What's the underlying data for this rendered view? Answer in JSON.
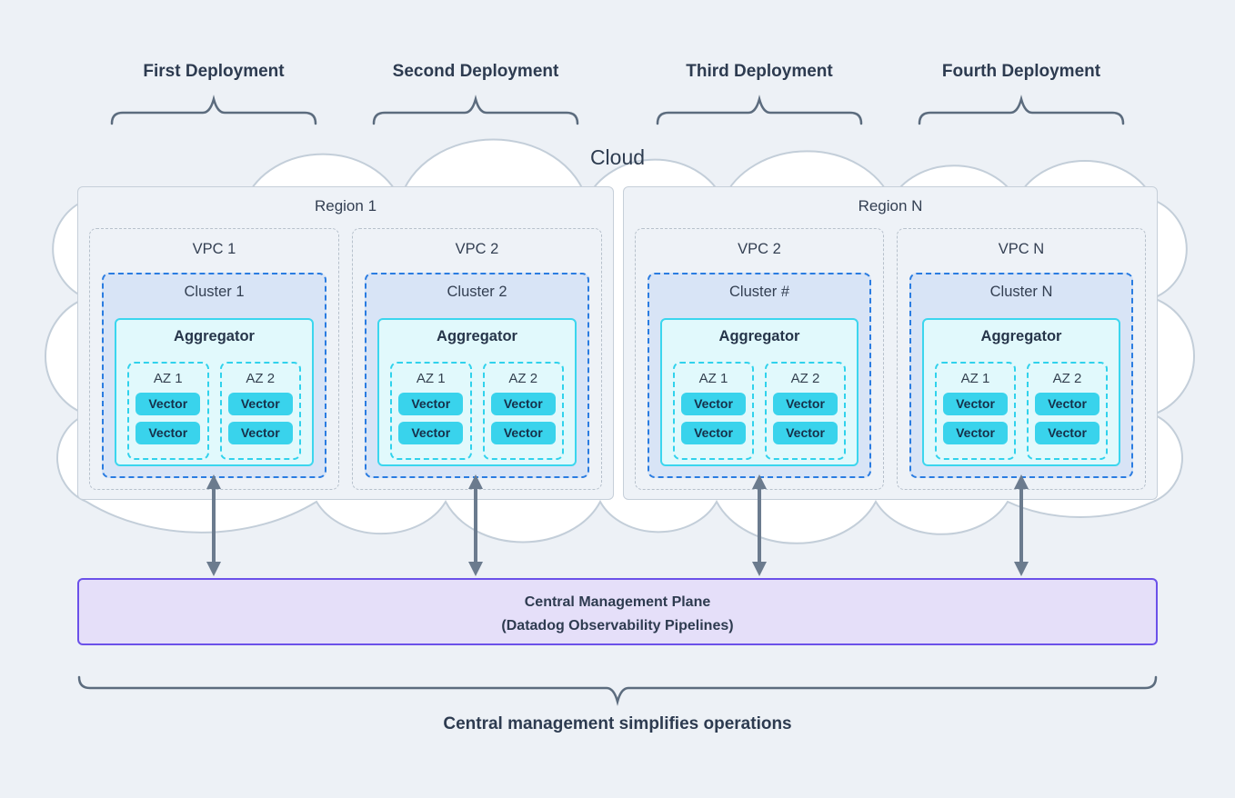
{
  "colors": {
    "background": "#edf1f6",
    "cloud_stroke": "#c3ced9",
    "region_border": "#c6cfd9",
    "cluster_border": "#2a7ce1",
    "cluster_fill": "#d8e4f6",
    "aggregator_border": "#3bd6ee",
    "aggregator_fill": "#e1f9fc",
    "vector_fill": "#39d3ec",
    "arrow": "#6b7b8e",
    "plane_border": "#6b51e9",
    "plane_fill": "#e5dff9",
    "text_dark": "#2e3c50"
  },
  "cloud": {
    "label": "Cloud"
  },
  "deployments": [
    {
      "label": "First Deployment"
    },
    {
      "label": "Second Deployment"
    },
    {
      "label": "Third Deployment"
    },
    {
      "label": "Fourth Deployment"
    }
  ],
  "regions": [
    {
      "label": "Region 1",
      "vpcs": [
        {
          "label": "VPC 1",
          "cluster": {
            "label": "Cluster 1",
            "aggregator": {
              "label": "Aggregator",
              "azs": [
                {
                  "label": "AZ 1",
                  "vectors": [
                    "Vector",
                    "Vector"
                  ]
                },
                {
                  "label": "AZ 2",
                  "vectors": [
                    "Vector",
                    "Vector"
                  ]
                }
              ]
            }
          }
        },
        {
          "label": "VPC 2",
          "cluster": {
            "label": "Cluster 2",
            "aggregator": {
              "label": "Aggregator",
              "azs": [
                {
                  "label": "AZ 1",
                  "vectors": [
                    "Vector",
                    "Vector"
                  ]
                },
                {
                  "label": "AZ 2",
                  "vectors": [
                    "Vector",
                    "Vector"
                  ]
                }
              ]
            }
          }
        }
      ]
    },
    {
      "label": "Region N",
      "vpcs": [
        {
          "label": "VPC 2",
          "cluster": {
            "label": "Cluster #",
            "aggregator": {
              "label": "Aggregator",
              "azs": [
                {
                  "label": "AZ 1",
                  "vectors": [
                    "Vector",
                    "Vector"
                  ]
                },
                {
                  "label": "AZ 2",
                  "vectors": [
                    "Vector",
                    "Vector"
                  ]
                }
              ]
            }
          }
        },
        {
          "label": "VPC N",
          "cluster": {
            "label": "Cluster N",
            "aggregator": {
              "label": "Aggregator",
              "azs": [
                {
                  "label": "AZ 1",
                  "vectors": [
                    "Vector",
                    "Vector"
                  ]
                },
                {
                  "label": "AZ 2",
                  "vectors": [
                    "Vector",
                    "Vector"
                  ]
                }
              ]
            }
          }
        }
      ]
    }
  ],
  "management_plane": {
    "line1": "Central Management Plane",
    "line2": "(Datadog Observability Pipelines)"
  },
  "caption": "Central management simplifies operations"
}
